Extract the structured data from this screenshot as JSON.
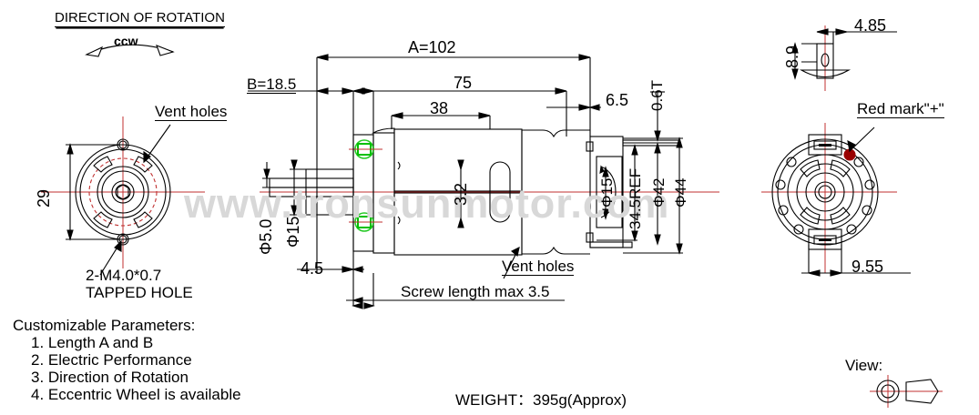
{
  "drawing": {
    "title": "DC Motor Dimensional Drawing",
    "watermark": "www.tronsunmotor.com",
    "colors": {
      "line": "#000000",
      "centerline": "#c03030",
      "highlight": "#00c000",
      "red_mark": "#990000",
      "watermark": "#d8d8d8"
    }
  },
  "rotation_block": {
    "title": "DIRECTION OF ROTATION",
    "direction": "ccw"
  },
  "left_view": {
    "callout_vent": "Vent holes",
    "dim_height": "29",
    "callout_tapped_1": "2-M4.0*0.7",
    "callout_tapped_2": "TAPPED HOLE"
  },
  "main_view": {
    "dim_overall": "A=102",
    "dim_b": "B=18.5",
    "dim_75": "75",
    "dim_38": "38",
    "dim_65": "6.5",
    "dim_06t": "0.6T",
    "dim_shaft_dia": "Φ5.0",
    "dim_flange_dia": "Φ15",
    "dim_45": "4.5",
    "dim_32": "3.2",
    "dim_phi15": "Φ15",
    "dim_345ref": "34.5REF",
    "dim_phi42": "Φ42",
    "dim_phi44": "Φ44",
    "callout_vent": "Vent holes",
    "callout_screw": "Screw length max 3.5"
  },
  "right_view": {
    "dim_485": "4.85",
    "dim_89": "8.9",
    "dim_955": "9.55",
    "callout_red_mark": "Red mark\"+\""
  },
  "notes": {
    "heading": "Customizable Parameters:",
    "items": [
      "1. Length A and B",
      "2. Electric Performance",
      "3. Direction of Rotation",
      "4. Eccentric Wheel is available"
    ]
  },
  "weight": {
    "label": "WEIGHT：395g(Approx)"
  },
  "view_block": {
    "label": "View:"
  }
}
